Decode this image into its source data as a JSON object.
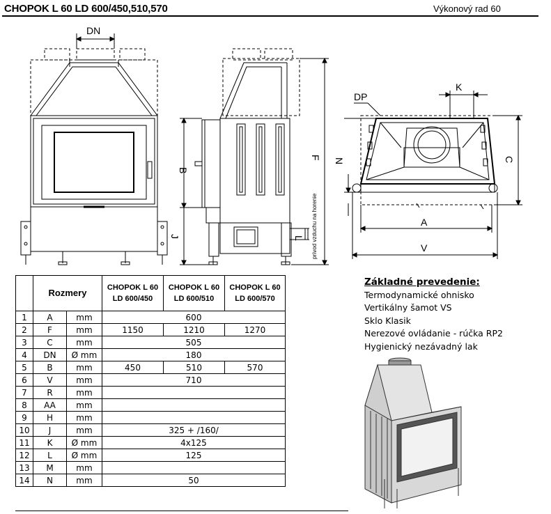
{
  "header": {
    "title": "CHOPOK L 60 LD 600/450,510,570",
    "series": "Výkonový rad 60"
  },
  "drawing": {
    "front_labels": [
      "DN",
      "B",
      "J"
    ],
    "side_labels": [
      "F",
      "L"
    ],
    "side_note": "prívod vzduchu na horenie",
    "top_labels": [
      "DP",
      "K",
      "N",
      "C",
      "A",
      "V"
    ]
  },
  "table": {
    "header_label": "Rozmery",
    "columns": [
      "CHOPOK L 60\nLD 600/450",
      "CHOPOK L 60\nLD 600/510",
      "CHOPOK L 60\nLD 600/570"
    ],
    "rows": [
      {
        "no": "1",
        "code": "A",
        "unit": "mm",
        "values": [
          "600"
        ]
      },
      {
        "no": "2",
        "code": "F",
        "unit": "mm",
        "values": [
          "1150",
          "1210",
          "1270"
        ]
      },
      {
        "no": "3",
        "code": "C",
        "unit": "mm",
        "values": [
          "505"
        ]
      },
      {
        "no": "4",
        "code": "DN",
        "unit": "Ø mm",
        "values": [
          "180"
        ]
      },
      {
        "no": "5",
        "code": "B",
        "unit": "mm",
        "values": [
          "450",
          "510",
          "570"
        ]
      },
      {
        "no": "6",
        "code": "V",
        "unit": "mm",
        "values": [
          "710"
        ]
      },
      {
        "no": "7",
        "code": "R",
        "unit": "mm",
        "values": [
          ""
        ]
      },
      {
        "no": "8",
        "code": "AA",
        "unit": "mm",
        "values": [
          ""
        ]
      },
      {
        "no": "9",
        "code": "H",
        "unit": "mm",
        "values": [
          ""
        ]
      },
      {
        "no": "10",
        "code": "J",
        "unit": "mm",
        "values": [
          "325 + /160/"
        ]
      },
      {
        "no": "11",
        "code": "K",
        "unit": "Ø mm",
        "values": [
          "4x125"
        ]
      },
      {
        "no": "12",
        "code": "L",
        "unit": "Ø mm",
        "values": [
          "125"
        ]
      },
      {
        "no": "13",
        "code": "M",
        "unit": "mm",
        "values": [
          ""
        ]
      },
      {
        "no": "14",
        "code": "N",
        "unit": "mm",
        "values": [
          "50"
        ]
      }
    ]
  },
  "features": {
    "title": "Základné prevedenie:",
    "items": [
      "Termodynamické ohnisko",
      "Vertikálny šamot VS",
      "Sklo Klasik",
      "Nerezové ovládanie - rúčka RP2",
      "Hygienický nezávadný lak"
    ]
  }
}
